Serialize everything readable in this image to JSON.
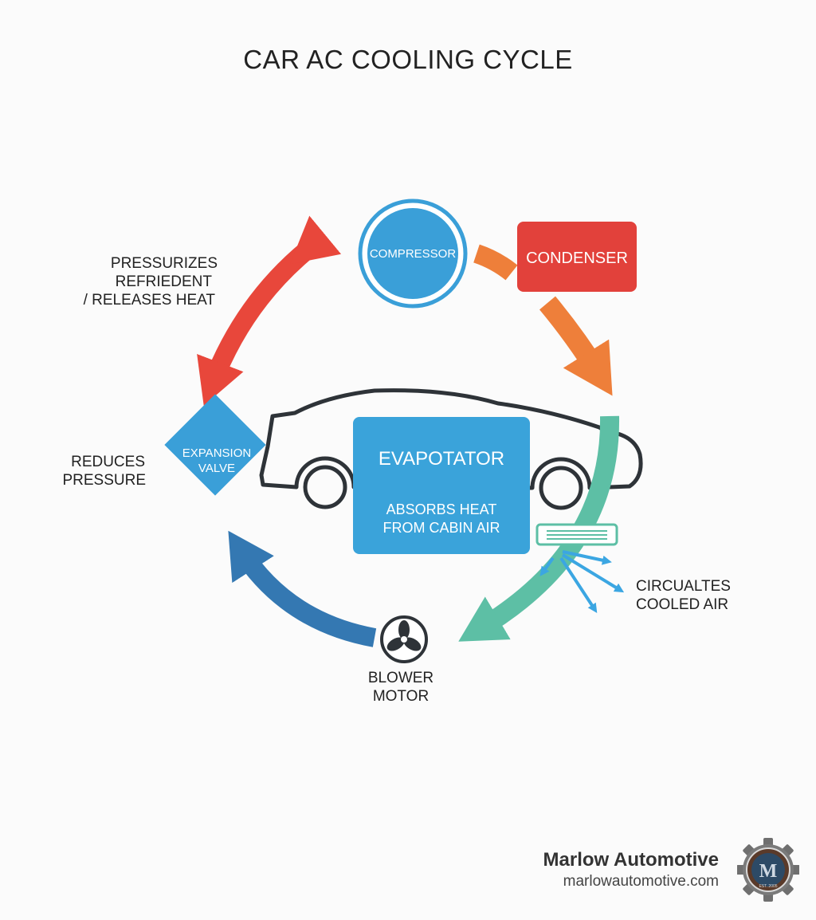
{
  "title": "CAR AC COOLING CYCLE",
  "nodes": {
    "compressor": {
      "label": "COMPRESSOR",
      "color": "#3a9fd8"
    },
    "condenser": {
      "label": "CONDENSER",
      "color": "#e2413b"
    },
    "expansion_valve": {
      "label_lines": [
        "EXPANSION",
        "VALVE"
      ],
      "color": "#3a9fd8"
    },
    "evaporator": {
      "label": "EVAPOTATOR",
      "desc_lines": [
        "ABSORBS HEAT",
        "FROM CABIN AIR"
      ],
      "color": "#3aa3da"
    },
    "blower_motor": {
      "label_lines": [
        "BLOWER",
        "MOTOR"
      ]
    }
  },
  "annotations": {
    "pressurizes": [
      "PRESSURIZES",
      "REFRIEDENT",
      "/ RELEASES HEAT"
    ],
    "reduces": [
      "REDUCES",
      "PRESSURE"
    ],
    "circulates": [
      "CIRCUALTES",
      "COOLED AIR"
    ]
  },
  "arrow_colors": {
    "red": "#e8473b",
    "orange": "#ee7f3a",
    "teal": "#5dbfa5",
    "blue": "#3478b2",
    "air": "#3ba6e2"
  },
  "brand": {
    "name": "Marlow Automotive",
    "url": "marlowautomotive.com",
    "logo_letters": "M",
    "logo_small_text": "EST. 2005"
  }
}
